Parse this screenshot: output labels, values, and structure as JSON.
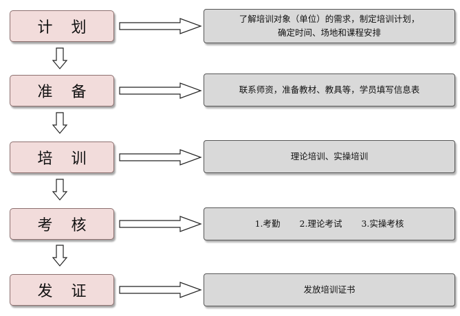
{
  "steps": [
    {
      "label": "计 划",
      "desc_lines": [
        "了解培训对象（单位）的需求，制定培训计划，",
        "确定时间、场地和课程安排"
      ]
    },
    {
      "label": "准 备",
      "desc_lines": [
        "联系师资，准备教材、教具等，学员填写信息表"
      ]
    },
    {
      "label": "培 训",
      "desc_lines": [
        "理论培训、实操培训"
      ]
    },
    {
      "label": "考 核",
      "desc_items": [
        "1.考勤",
        "2.理论考试",
        "3.实操考核"
      ]
    },
    {
      "label": "发 证",
      "desc_lines": [
        "发放培训证书"
      ]
    }
  ],
  "colors": {
    "step_fill": "#f2dcdb",
    "desc_fill": "#d9d9d9"
  }
}
